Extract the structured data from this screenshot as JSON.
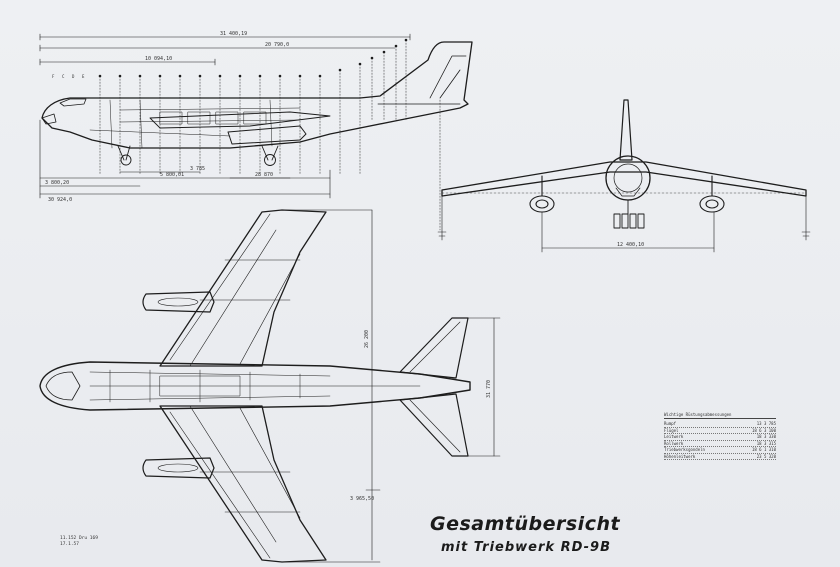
{
  "title": "Gesamtübersicht",
  "subtitle": "mit Triebwerk RD-9B",
  "side_view": {
    "dimensions": [
      "31 400,19",
      "20 790,0",
      "10 094,10",
      "3 800,20",
      "3 785",
      "28 870",
      "5 800,01",
      "30 924,0"
    ]
  },
  "front_view": {
    "span_dimension": "12 400,10"
  },
  "top_view": {
    "dimensions": [
      "26 200",
      "31 770",
      "3 965,50"
    ]
  },
  "legend": {
    "header": "Wichtige Rüstungsabmessungen",
    "rows": [
      {
        "label": "Rumpf",
        "value": "13 3 785"
      },
      {
        "label": "Flügel",
        "value": "18 6 3 100"
      },
      {
        "label": "Leitwerk",
        "value": "18 3 330"
      },
      {
        "label": "Rollwerk",
        "value": "18 3 315"
      },
      {
        "label": "Triebwerksgondeln",
        "value": "18 6 1 310"
      },
      {
        "label": "Höhenleitwerk",
        "value": "23 5 320"
      }
    ]
  },
  "stamp": {
    "line1": "11.152 Dru 169",
    "line2": "17.1.57"
  },
  "colors": {
    "paper": "#ecedf0",
    "ink": "#1d1d1d"
  }
}
